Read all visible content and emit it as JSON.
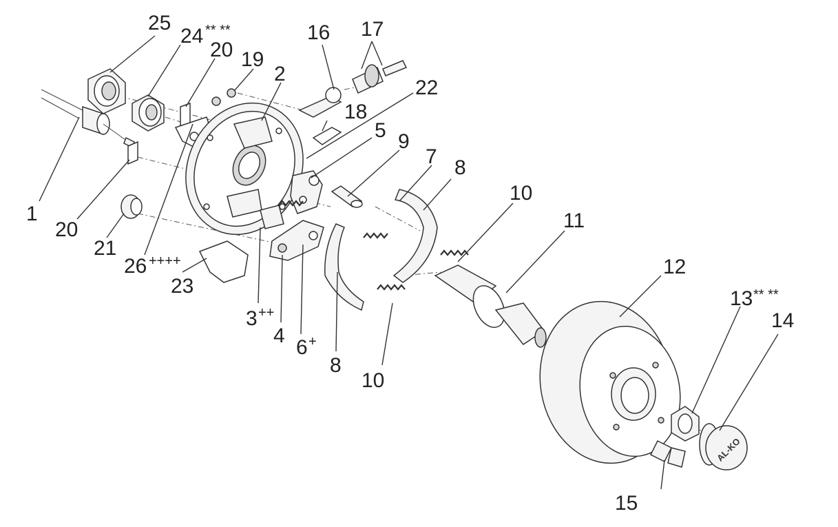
{
  "diagram": {
    "labels": {
      "p1": "1",
      "p2": "2",
      "p3": "3",
      "p3_sup": "++",
      "p4": "4",
      "p5": "5",
      "p6": "6",
      "p6_sup": "+",
      "p7": "7",
      "p8a": "8",
      "p8b": "8",
      "p9": "9",
      "p10a": "10",
      "p10b": "10",
      "p11": "11",
      "p12": "12",
      "p13": "13",
      "p13_sup": "** **",
      "p14": "14",
      "p15": "15",
      "p16": "16",
      "p17": "17",
      "p18": "18",
      "p19": "19",
      "p20a": "20",
      "p20b": "20",
      "p21": "21",
      "p22": "22",
      "p23": "23",
      "p24": "24",
      "p24_sup": "** **",
      "p25": "25",
      "p26": "26",
      "p26_sup": "++++"
    },
    "cap_logo": "AL-KO"
  }
}
